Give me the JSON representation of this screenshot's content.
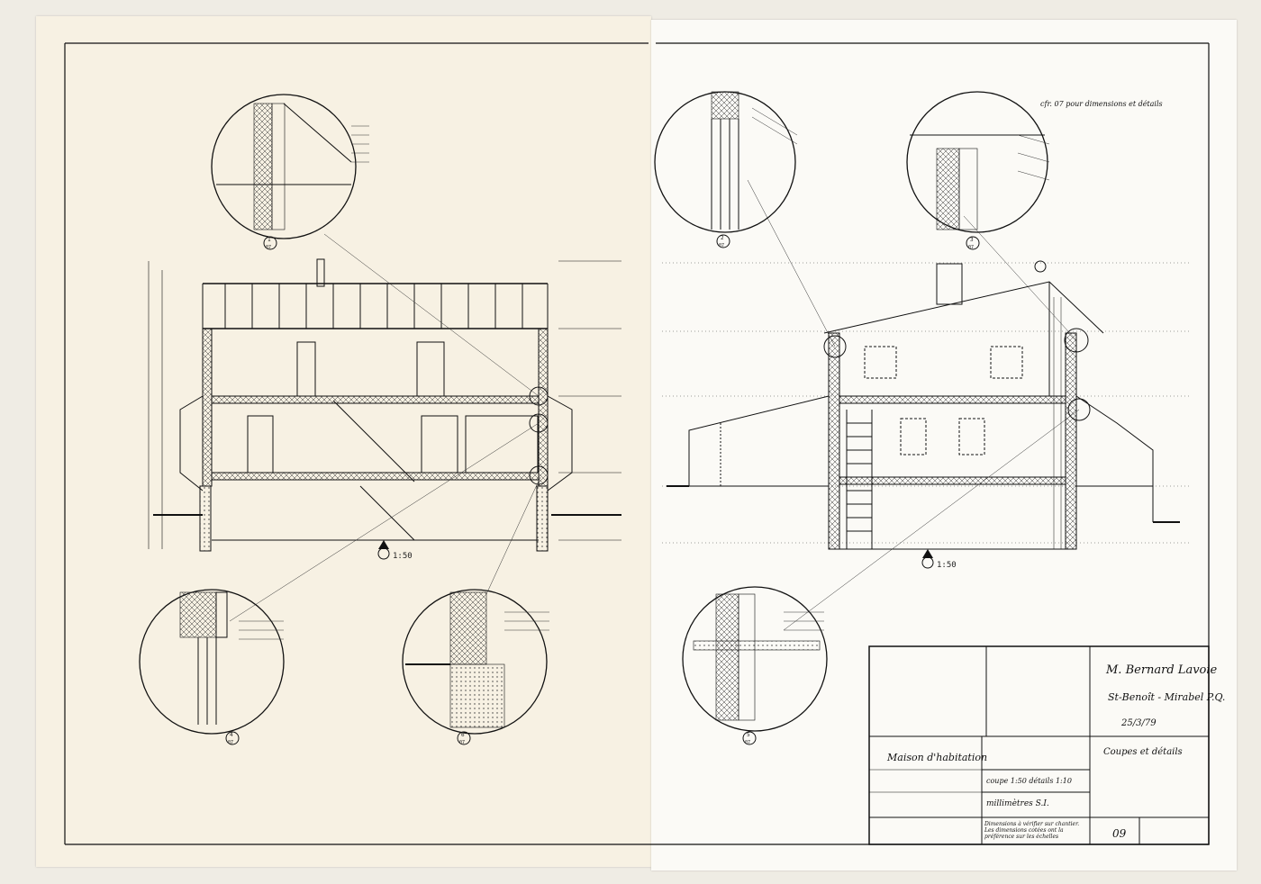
{
  "top_right_note": "cfr. 07 pour dimensions et détails",
  "scales": {
    "left_section": "1:50",
    "right_section": "1:50"
  },
  "detail_refs": {
    "d1": {
      "num": "1",
      "sheet": "07"
    },
    "d2": {
      "num": "2",
      "sheet": "07"
    },
    "d3": {
      "num": "3",
      "sheet": "07"
    },
    "d4": {
      "num": "4",
      "sheet": "07"
    },
    "d5": {
      "num": "5",
      "sheet": "07"
    },
    "d6": {
      "num": "6",
      "sheet": "07"
    }
  },
  "title_block": {
    "owner": "M. Bernard Lavoie",
    "location": "St-Benoît - Mirabel P.Q.",
    "date": "25/3/79",
    "project": "Maison d'habitation",
    "drawing_title": "Coupes et détails",
    "scale": "coupe 1:50  détails 1:10",
    "units": "millimètres S.I.",
    "note": "Dimensions à vérifier sur chantier. Les dimensions cotées ont la préférence sur les échelles",
    "sheet_no": "09"
  },
  "colors": {
    "paper_left": "#f7f1e3",
    "paper_right": "#fbfaf6",
    "ink": "#1a1a1a"
  }
}
